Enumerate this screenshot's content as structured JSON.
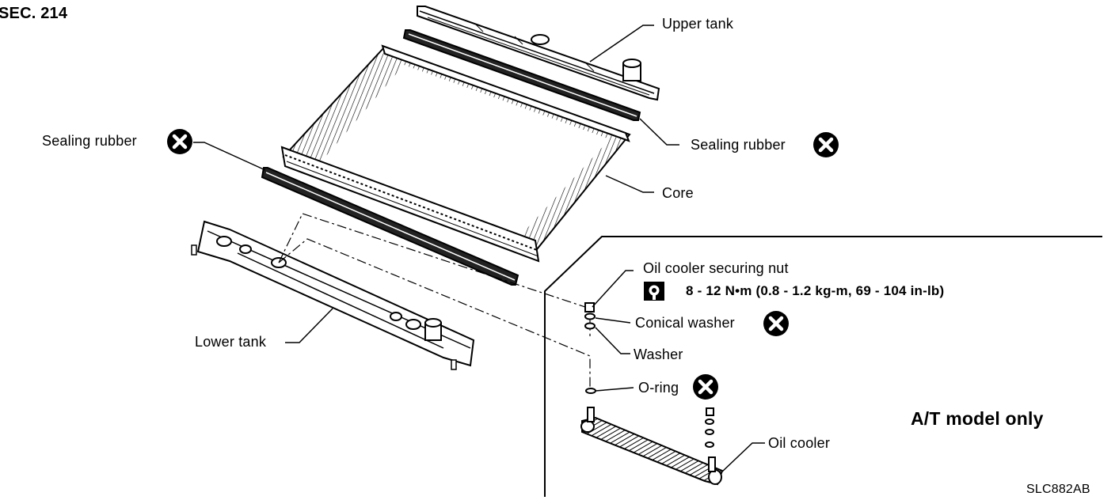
{
  "diagram": {
    "section": "SEC. 214",
    "code": "SLC882AB",
    "model_note": "A/T model only",
    "labels": {
      "upper_tank": "Upper tank",
      "sealing_rubber_left": "Sealing rubber",
      "sealing_rubber_right": "Sealing rubber",
      "core": "Core",
      "lower_tank": "Lower tank",
      "oil_cooler_nut": "Oil cooler securing nut",
      "torque_spec": "8 - 12 N•m (0.8 - 1.2 kg-m, 69 - 104 in-lb)",
      "conical_washer": "Conical washer",
      "washer": "Washer",
      "o_ring": "O-ring",
      "oil_cooler": "Oil cooler"
    },
    "icons": {
      "replace": "do-not-reuse-x-icon",
      "torque": "torque-wrench-icon"
    },
    "colors": {
      "ink": "#000000",
      "paper": "#ffffff"
    }
  }
}
